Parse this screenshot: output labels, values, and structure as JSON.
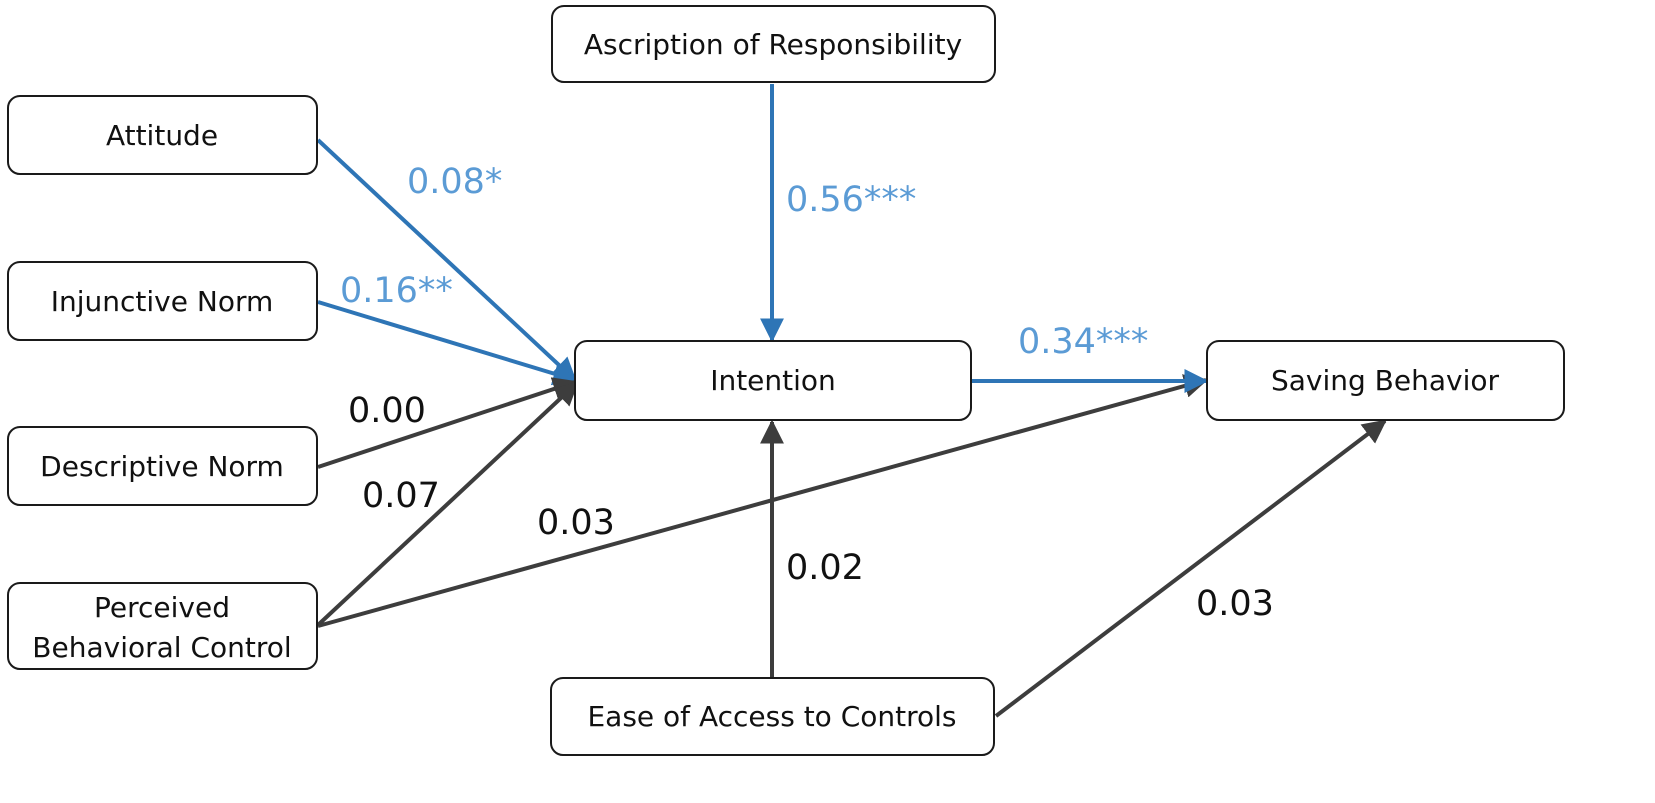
{
  "colors": {
    "significant": "#2e75b6",
    "significant_label": "#5b9bd5",
    "nonsignificant": "#3d3d3d",
    "nonsignificant_label": "#111111"
  },
  "nodes": {
    "ascription": "Ascription of Responsibility",
    "attitude": "Attitude",
    "injunctive": "Injunctive Norm",
    "descriptive": "Descriptive Norm",
    "pbc_line1": "Perceived",
    "pbc_line2": "Behavioral Control",
    "intention": "Intention",
    "saving": "Saving Behavior",
    "ease": "Ease of Access to Controls"
  },
  "paths": {
    "attitude_intention": "0.08*",
    "injunctive_intention": "0.16**",
    "descriptive_intention": "0.00",
    "pbc_intention": "0.07",
    "pbc_saving": "0.03",
    "ascription_intention": "0.56***",
    "intention_saving": "0.34***",
    "ease_intention": "0.02",
    "ease_saving": "0.03"
  }
}
